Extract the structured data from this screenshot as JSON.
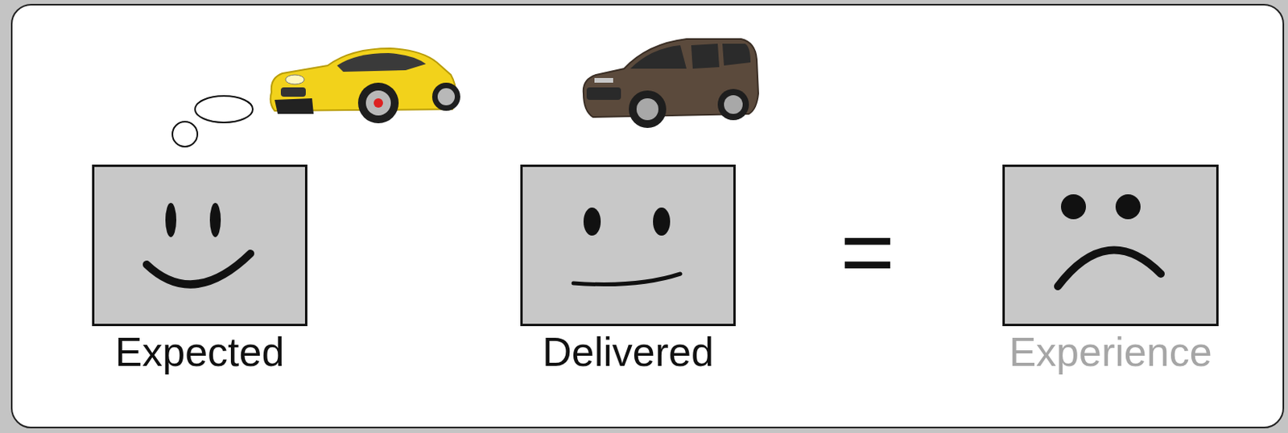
{
  "diagram": {
    "nodes": [
      {
        "text": [
          "Expected"
        ]
      },
      {
        "text": [
          "Delivered"
        ]
      },
      {
        "text": [
          "Experience"
        ]
      }
    ],
    "labels": [
      "="
    ]
  }
}
